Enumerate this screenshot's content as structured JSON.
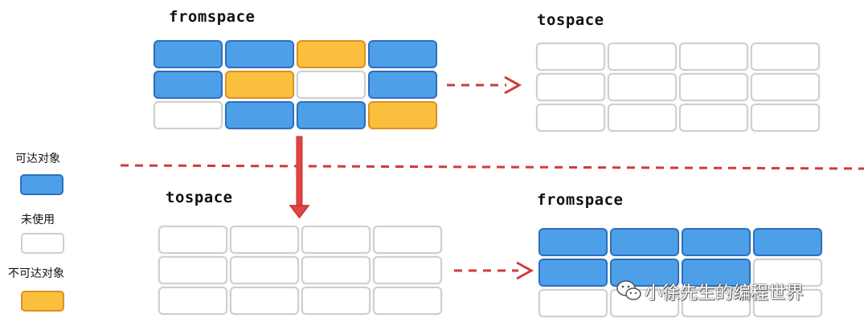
{
  "colors": {
    "reachable": "#4da0e8",
    "unreachable": "#fbbf3e",
    "unused": "#ffffff",
    "divider": "#d23a3a",
    "arrow": "#d23a3a"
  },
  "top_left": {
    "title": "fromspace",
    "cells": [
      [
        "blue",
        "blue",
        "orange",
        "blue"
      ],
      [
        "blue",
        "orange",
        "empty",
        "blue"
      ],
      [
        "empty",
        "blue",
        "blue",
        "orange"
      ]
    ]
  },
  "top_right": {
    "title": "tospace",
    "cells": [
      [
        "empty",
        "empty",
        "empty",
        "empty"
      ],
      [
        "empty",
        "empty",
        "empty",
        "empty"
      ],
      [
        "empty",
        "empty",
        "empty",
        "empty"
      ]
    ]
  },
  "bottom_left": {
    "title": "tospace",
    "cells": [
      [
        "empty",
        "empty",
        "empty",
        "empty"
      ],
      [
        "empty",
        "empty",
        "empty",
        "empty"
      ],
      [
        "empty",
        "empty",
        "empty",
        "empty"
      ]
    ]
  },
  "bottom_right": {
    "title": "fromspace",
    "cells": [
      [
        "blue",
        "blue",
        "blue",
        "blue"
      ],
      [
        "blue",
        "blue",
        "blue",
        "empty"
      ],
      [
        "empty",
        "empty",
        "empty",
        "empty"
      ]
    ]
  },
  "legend": {
    "reachable_label": "可达对象",
    "unused_label": "未使用",
    "unreachable_label": "不可达对象"
  },
  "watermark": {
    "text": "小徐先生的编程世界",
    "icon": "wechat-icon"
  }
}
